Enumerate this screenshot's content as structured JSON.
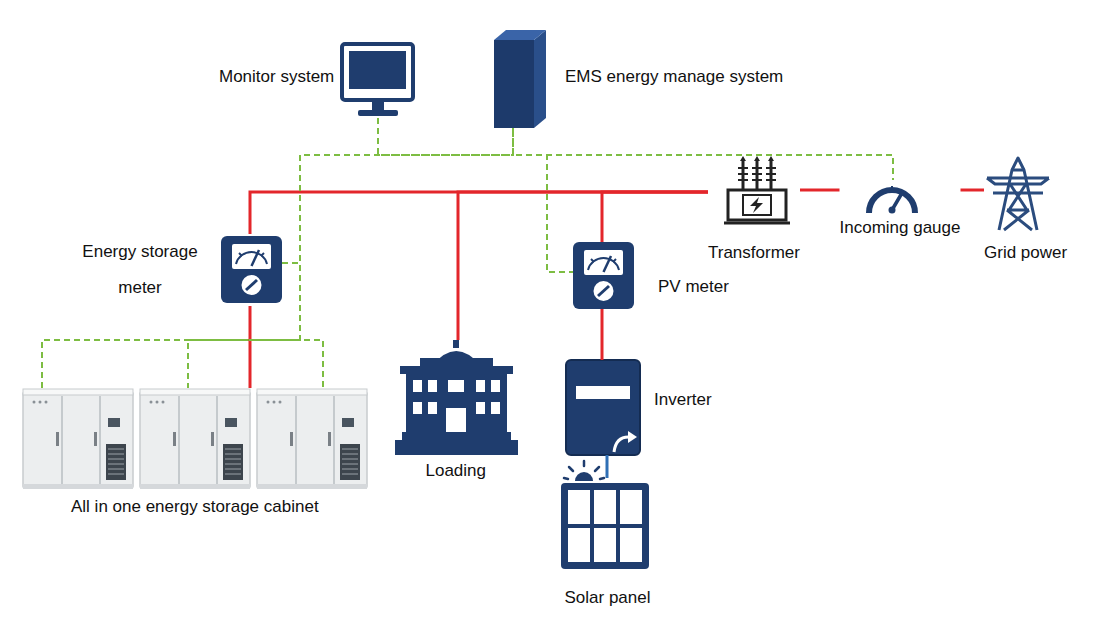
{
  "diagram": {
    "nodes": [
      {
        "text": [
          "Monitor system"
        ]
      },
      {
        "text": [
          "EMS energy manage system"
        ]
      },
      {
        "text": [
          "Energy storage meter"
        ]
      },
      {
        "text": [
          "Transformer"
        ]
      },
      {
        "text": [
          "Incoming gauge"
        ]
      },
      {
        "text": [
          "Grid power"
        ]
      },
      {
        "text": [
          "PV meter"
        ]
      },
      {
        "text": [
          "Loading"
        ]
      },
      {
        "text": [
          "Inverter"
        ]
      },
      {
        "text": [
          "All in one energy storage cabinet"
        ]
      },
      {
        "text": [
          "Solar panel"
        ]
      }
    ],
    "edges": [
      {
        "from": 3,
        "to": 2,
        "arrow": "none"
      },
      {
        "from": 3,
        "to": 7,
        "arrow": "none"
      },
      {
        "from": 3,
        "to": 6,
        "arrow": "none"
      },
      {
        "from": 3,
        "to": 4,
        "arrow": "none"
      },
      {
        "from": 4,
        "to": 5,
        "arrow": "none"
      },
      {
        "from": 2,
        "to": 9,
        "arrow": "none"
      },
      {
        "from": 6,
        "to": 8,
        "arrow": "none"
      },
      {
        "from": 8,
        "to": 10,
        "arrow": "none"
      },
      {
        "from": 0,
        "to": 1,
        "arrow": "none"
      },
      {
        "from": 1,
        "to": 2,
        "arrow": "none"
      },
      {
        "from": 1,
        "to": 9,
        "arrow": "none"
      },
      {
        "from": 1,
        "to": 6,
        "arrow": "none"
      },
      {
        "from": 1,
        "to": 4,
        "arrow": "none"
      }
    ]
  }
}
